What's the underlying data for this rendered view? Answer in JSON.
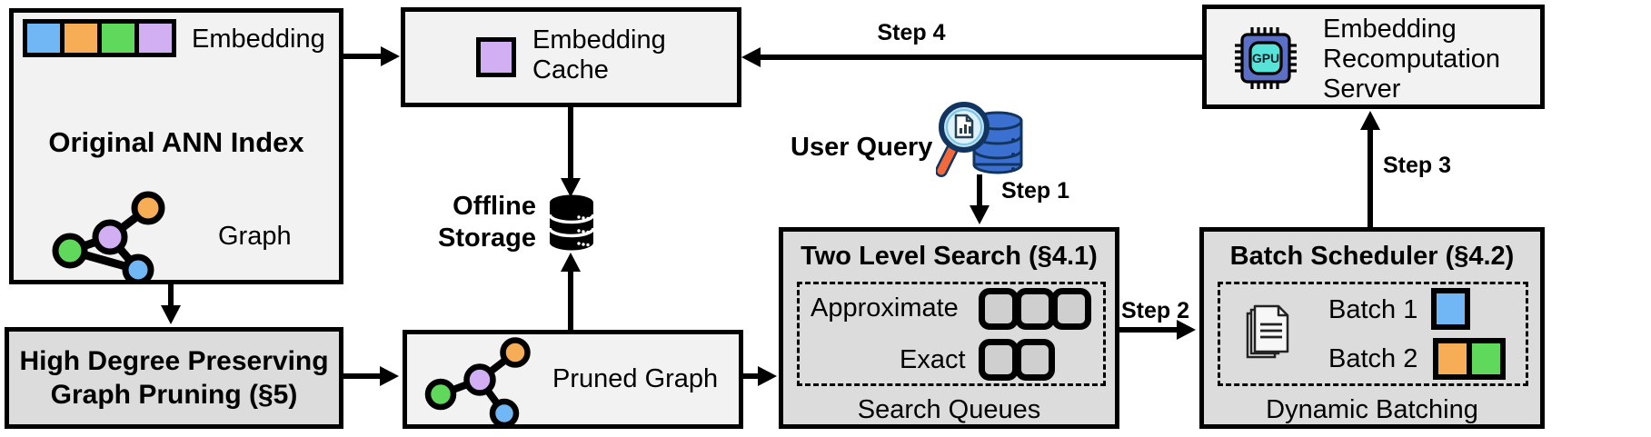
{
  "colors": {
    "box_light": "#f2f2f2",
    "box_dark": "#dcdcdc",
    "queue_fill": "#cfcfcf",
    "blue": "#71b7f5",
    "orange": "#f6ad55",
    "green": "#5fd85b",
    "purple": "#d2aef2",
    "gpu_chip": "#5b6fc4",
    "gpu_core": "#57e3d8",
    "db_blue": "#3c70d0",
    "db_dark": "#12355f",
    "lens_blue": "#bfe2f7",
    "handle_orange": "#f2693c"
  },
  "ann_index": {
    "title": "Original ANN Index",
    "embedding_label": "Embedding",
    "graph_label": "Graph",
    "embedding_colors": [
      "#71b7f5",
      "#f6ad55",
      "#5fd85b",
      "#d2aef2"
    ]
  },
  "embedding_cache": {
    "label": "Embedding Cache"
  },
  "recomputation_server": {
    "label": "Embedding Recomputation Server"
  },
  "gpu": {
    "label": "GPU"
  },
  "offline_storage": {
    "label": "Offline Storage"
  },
  "user_query": {
    "label": "User Query"
  },
  "steps": {
    "step1": "Step 1",
    "step2": "Step 2",
    "step3": "Step 3",
    "step4": "Step 4"
  },
  "two_level_search": {
    "title": "Two Level Search (§4.1)",
    "rows": [
      {
        "label": "Approximate",
        "queues": 3
      },
      {
        "label": "Exact",
        "queues": 2
      }
    ],
    "footer": "Search Queues"
  },
  "batch_scheduler": {
    "title": "Batch Scheduler (§4.2)",
    "batches": [
      {
        "label": "Batch 1",
        "colors": [
          "#71b7f5"
        ]
      },
      {
        "label": "Batch 2",
        "colors": [
          "#f6ad55",
          "#5fd85b"
        ]
      }
    ],
    "footer": "Dynamic Batching"
  },
  "graph_pruning": {
    "lines": [
      "High Degree Preserving",
      "Graph Pruning (§5)"
    ]
  },
  "pruned_graph": {
    "label": "Pruned Graph"
  }
}
